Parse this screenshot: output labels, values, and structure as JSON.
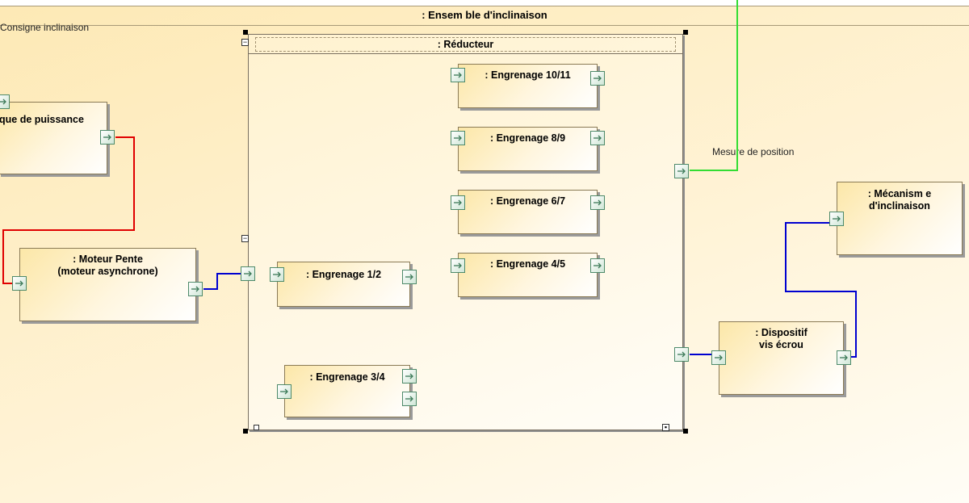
{
  "frame": {
    "title": ": Ensem ble d'inclinaison"
  },
  "labels": {
    "consigne": "Consigne inclinaison",
    "mesure": "Mesure de position"
  },
  "reducteur": {
    "title": ": Réducteur"
  },
  "parts": {
    "puissance": "que de puissance",
    "moteur_line1": ": Moteur Pente",
    "moteur_line2": "(moteur asynchrone)",
    "eng_10_11": ": Engrenage 10/11",
    "eng_8_9": ": Engrenage 8/9",
    "eng_6_7": ": Engrenage 6/7",
    "eng_4_5": ": Engrenage 4/5",
    "eng_1_2": ": Engrenage 1/2",
    "eng_3_4": ": Engrenage 3/4",
    "dispositif_line1": ": Dispositif",
    "dispositif_line2": "vis écrou",
    "mecanisme_line1": ": Mécanism e",
    "mecanisme_line2": "d'inclinaison"
  },
  "colors": {
    "power_wire": "#e00000",
    "mech_wire": "#0000d0",
    "signal_wire": "#33dd33",
    "port_border": "#4e8a6a"
  },
  "icons": {
    "port": "arrow-right-icon",
    "collapse": "minus-box-icon"
  }
}
